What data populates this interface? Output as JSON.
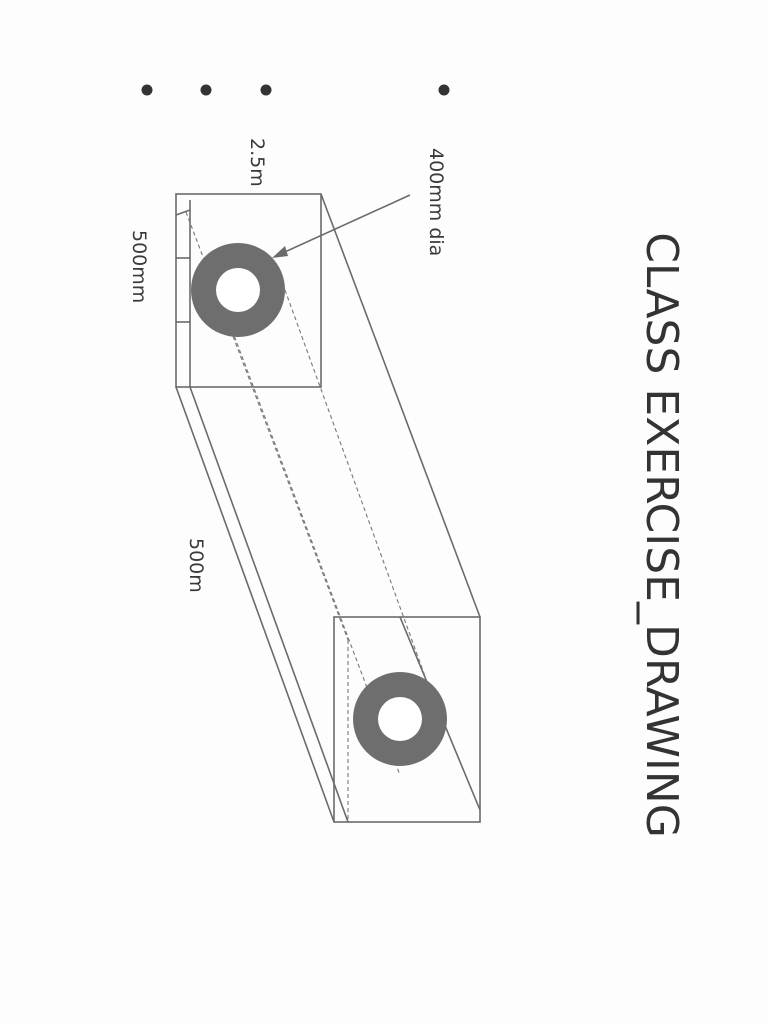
{
  "title": "CLASS EXERCISE_DRAWING",
  "labels": {
    "pipe_diameter": "400mm dia",
    "depth": "2.5m",
    "width": "500mm",
    "length": "500m"
  },
  "colors": {
    "ink": "#333333",
    "pipe": "#6e6e6e",
    "edge": "#6b6b6b"
  }
}
